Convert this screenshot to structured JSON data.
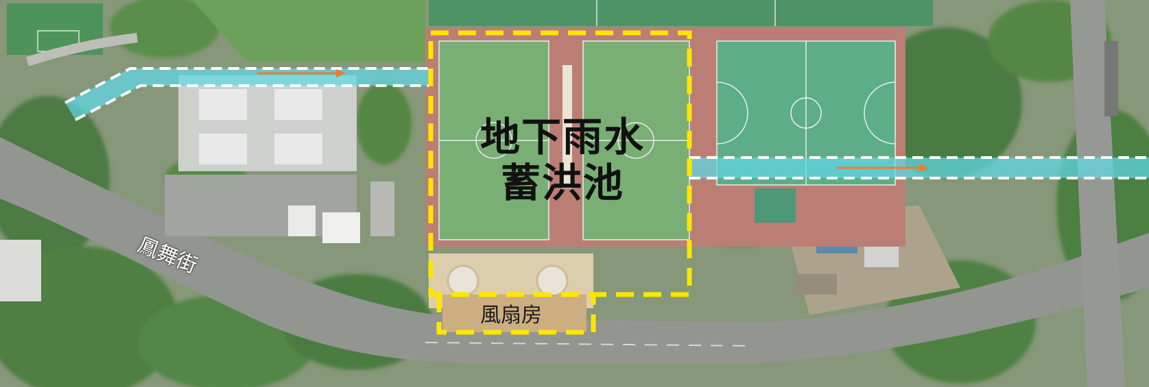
{
  "image": {
    "type": "aerial-photo-annotated-map",
    "scale_bar": null
  },
  "labels": {
    "tank": "地下雨水\n蓄洪池",
    "tank_line1": "地下雨水",
    "tank_line2": "蓄洪池",
    "fan_room": "風扇房",
    "street": "鳳舞街"
  },
  "flow": {
    "direction_west": "east",
    "direction_east": "east"
  },
  "colors": {
    "highlight_dash": "#ffe600",
    "channel_fill": "#5fd8e4",
    "channel_border": "#ffffff",
    "flow_arrow": "#f07a2c",
    "pitch_green": "#6ea86a",
    "pitch_teal": "#4fa77e",
    "track_red": "#b5746a",
    "tree_green": "#3f7a34",
    "road_grey": "#8a8c87"
  },
  "icons": {
    "flow_arrow": "arrow-right-icon"
  }
}
